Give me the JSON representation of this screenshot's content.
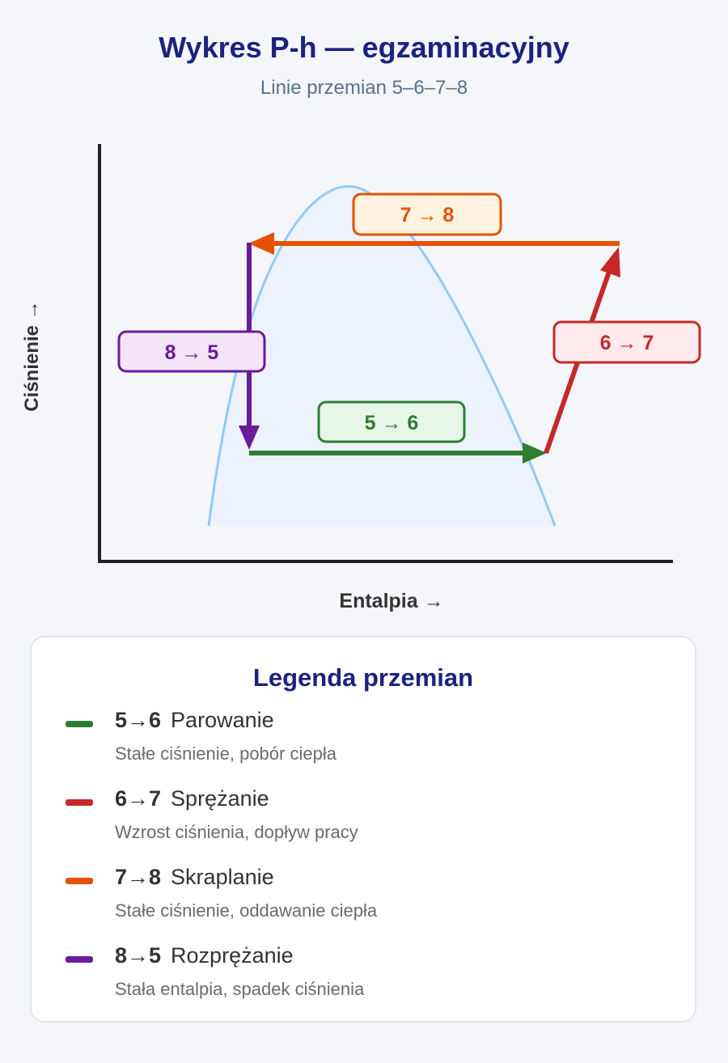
{
  "title": "Wykres P-h — egzaminacyjny",
  "subtitle": "Linie przemian 5–6–7–8",
  "diagram": {
    "ylabel": "Ciśnienie →",
    "xlabel": "Entalpia →",
    "labels": {
      "p56": "5 → 6",
      "p67": "6 → 7",
      "p78": "7 → 8",
      "p85": "8 → 5"
    },
    "colors": {
      "p56": "#2e7d32",
      "p67": "#c62828",
      "p78": "#e65100",
      "p85": "#6a1b9a",
      "dome": "#90caf9"
    }
  },
  "legend": {
    "title": "Legenda przemian",
    "items": [
      {
        "key": "5→6",
        "name": "Parowanie",
        "desc": "Stałe ciśnienie, pobór ciepła",
        "color": "#2e7d32"
      },
      {
        "key": "6→7",
        "name": "Sprężanie",
        "desc": "Wzrost ciśnienia, dopływ pracy",
        "color": "#c62828"
      },
      {
        "key": "7→8",
        "name": "Skraplanie",
        "desc": "Stałe ciśnienie, oddawanie ciepła",
        "color": "#e65100"
      },
      {
        "key": "8→5",
        "name": "Rozprężanie",
        "desc": "Stała entalpia, spadek ciśnienia",
        "color": "#6a1b9a"
      }
    ]
  }
}
